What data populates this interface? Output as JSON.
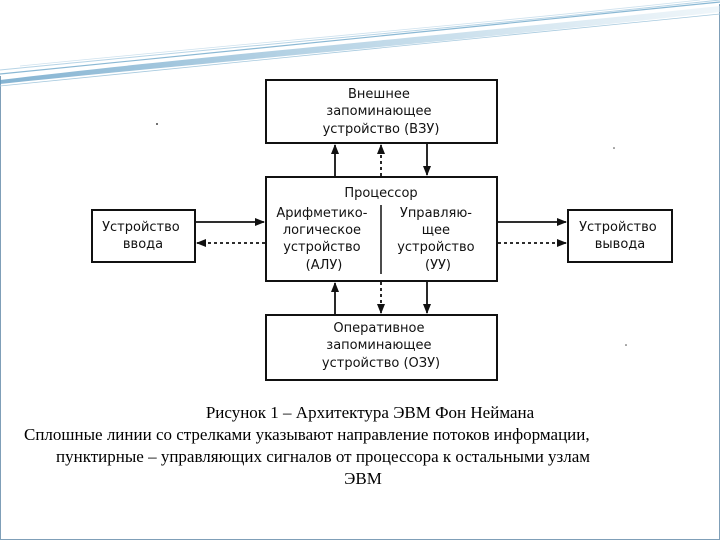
{
  "diagram": {
    "vzu": {
      "lines": [
        "Внешнее",
        "запоминающее",
        "устройство (ВЗУ)"
      ]
    },
    "processor": {
      "title": "Процессор",
      "alu": [
        "Арифметико-",
        "логическое",
        "устройство",
        "(АЛУ)"
      ],
      "uu": [
        "Управляю-",
        "щее",
        "устройство",
        "(УУ)"
      ]
    },
    "input": {
      "lines": [
        "Устройство",
        "ввода"
      ]
    },
    "output": {
      "lines": [
        "Устройство",
        "вывода"
      ]
    },
    "ozu": {
      "lines": [
        "Оперативное",
        "запоминающее",
        "устройство (ОЗУ)"
      ]
    }
  },
  "caption": {
    "title": "Рисунок 1 – Архитектура ЭВМ Фон Неймана",
    "note_line1": "Сплошные линии со стрелками указывают направление потоков информации,",
    "note_line2": "пунктирные – управляющих сигналов от процессора к остальными узлам",
    "note_line3": "ЭВМ"
  },
  "colors": {
    "swoosh": "#6fa8c8",
    "border": "#7f9fb8"
  }
}
